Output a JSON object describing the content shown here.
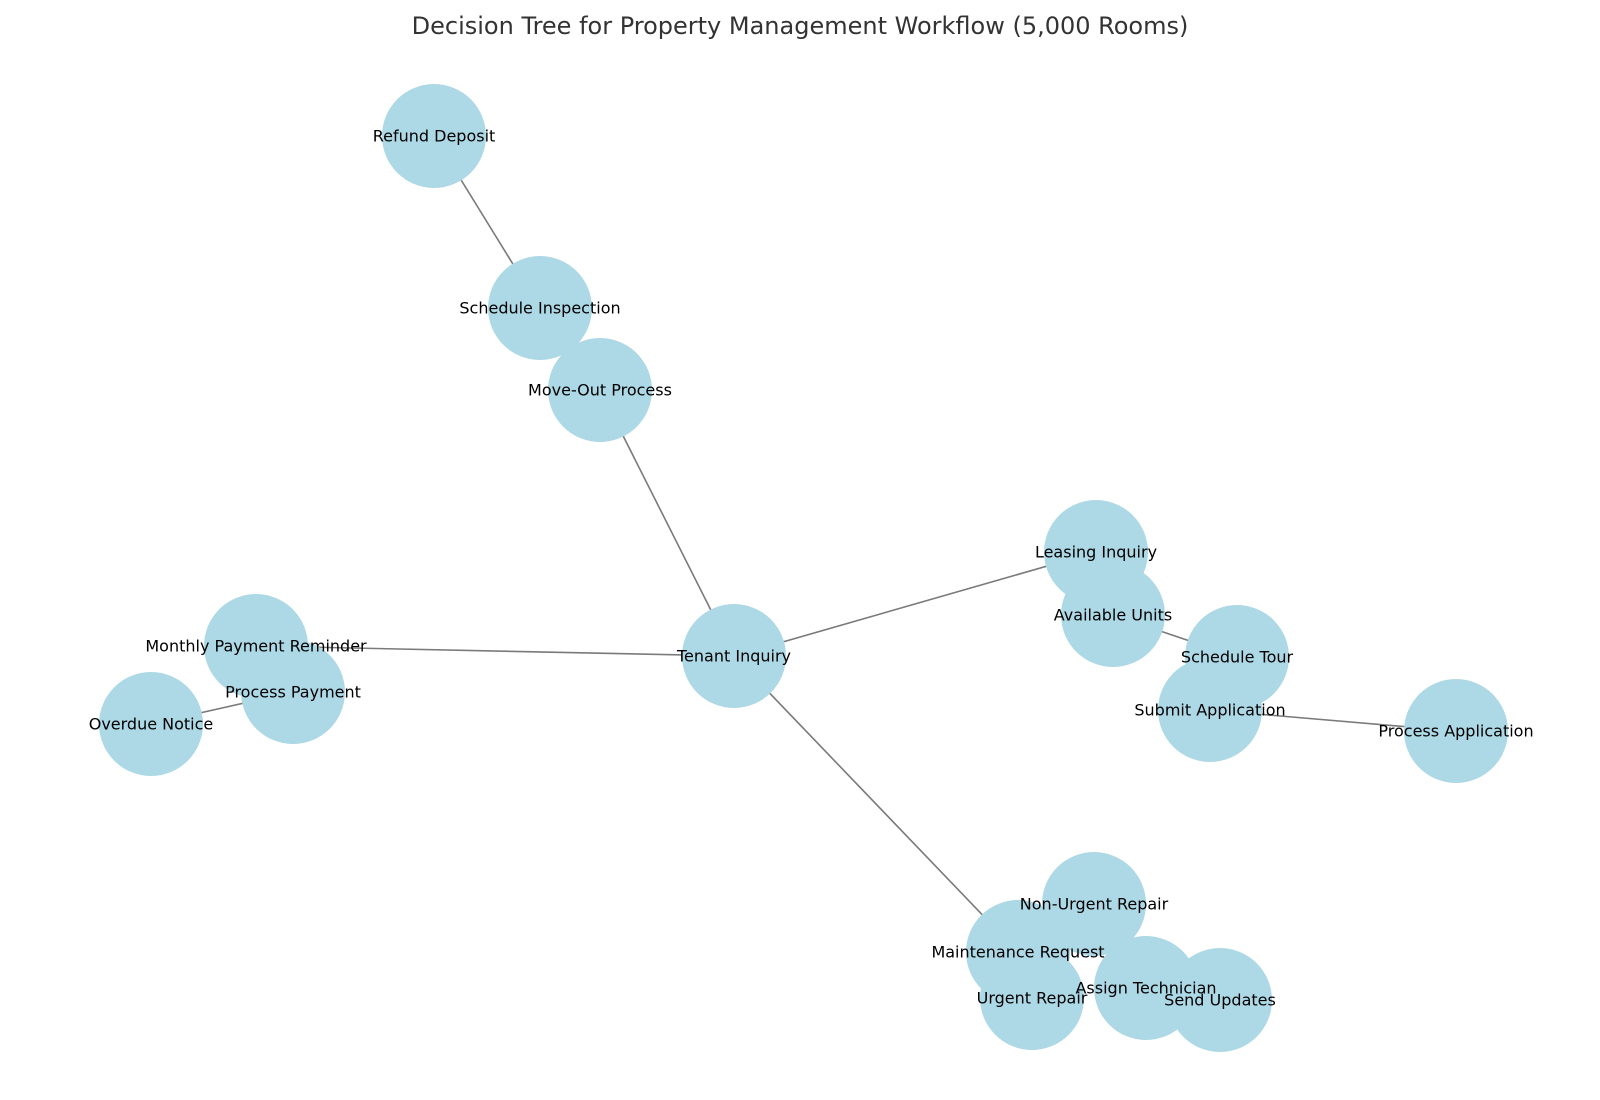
{
  "title": "Decision Tree for Property Management Workflow (5,000 Rooms)",
  "colors": {
    "node": "#add8e6",
    "edge": "#7a7a7a",
    "text": "#000000",
    "title": "#333333"
  },
  "nodes": [
    {
      "id": "refund-deposit",
      "label": "Refund Deposit"
    },
    {
      "id": "schedule-inspection",
      "label": "Schedule Inspection"
    },
    {
      "id": "move-out-process",
      "label": "Move-Out Process"
    },
    {
      "id": "leasing-inquiry",
      "label": "Leasing Inquiry"
    },
    {
      "id": "available-units",
      "label": "Available Units"
    },
    {
      "id": "schedule-tour",
      "label": "Schedule Tour"
    },
    {
      "id": "submit-application",
      "label": "Submit Application"
    },
    {
      "id": "process-application",
      "label": "Process Application"
    },
    {
      "id": "monthly-payment-reminder",
      "label": "Monthly Payment Reminder"
    },
    {
      "id": "tenant-inquiry",
      "label": "Tenant Inquiry"
    },
    {
      "id": "process-payment",
      "label": "Process Payment"
    },
    {
      "id": "overdue-notice",
      "label": "Overdue Notice"
    },
    {
      "id": "non-urgent-repair",
      "label": "Non-Urgent Repair"
    },
    {
      "id": "maintenance-request",
      "label": "Maintenance Request"
    },
    {
      "id": "urgent-repair",
      "label": "Urgent Repair"
    },
    {
      "id": "assign-technician",
      "label": "Assign Technician"
    },
    {
      "id": "send-updates",
      "label": "Send Updates"
    }
  ],
  "edges": [
    [
      "refund-deposit",
      "schedule-inspection"
    ],
    [
      "move-out-process",
      "tenant-inquiry"
    ],
    [
      "tenant-inquiry",
      "leasing-inquiry"
    ],
    [
      "tenant-inquiry",
      "monthly-payment-reminder"
    ],
    [
      "tenant-inquiry",
      "maintenance-request"
    ],
    [
      "available-units",
      "schedule-tour"
    ],
    [
      "submit-application",
      "process-application"
    ],
    [
      "process-payment",
      "overdue-notice"
    ]
  ]
}
